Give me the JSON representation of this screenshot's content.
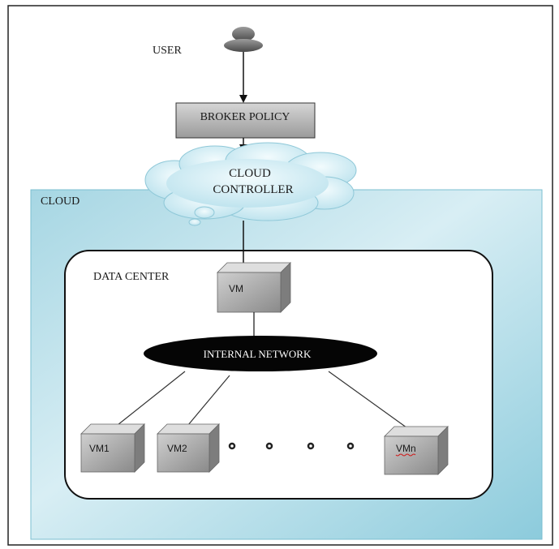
{
  "labels": {
    "user": "USER",
    "broker": "BROKER POLICY",
    "controller_line1": "CLOUD",
    "controller_line2": "CONTROLLER",
    "cloud": "CLOUD",
    "datacenter": "DATA CENTER",
    "vm_top": "VM",
    "network": "INTERNAL NETWORK",
    "vm1": "VM1",
    "vm2": "VM2",
    "vmn": "VMn"
  },
  "colors": {
    "cloud_panel": "#a9d8e4",
    "cloud_panel_light": "#e9f6f9",
    "controller_cloud": "#cfeaf3",
    "broker_box": "#b9b9b9",
    "network_ellipse": "#050505",
    "vm_front": "#a6a6a6",
    "vm_top": "#d9d9d9",
    "vm_side": "#7f7f7f",
    "vmn_underline": "#d01818"
  }
}
